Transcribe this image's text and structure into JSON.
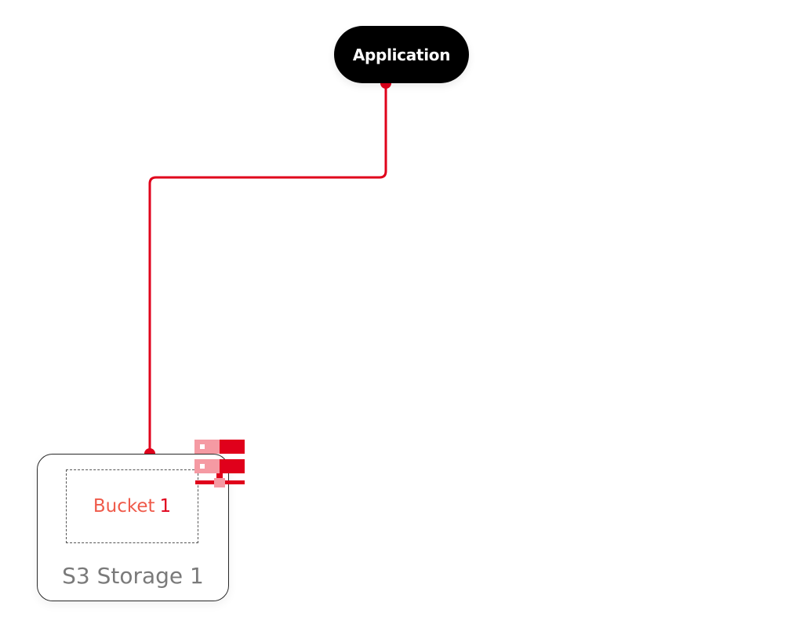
{
  "diagram": {
    "application": {
      "label": "Application"
    },
    "storage": {
      "title": "S3 Storage 1",
      "bucket": {
        "word": "Bucket",
        "number": "1"
      }
    },
    "connection": {
      "from": "Application",
      "to": "S3 Storage 1"
    },
    "icons": {
      "storage": "server-rack-icon"
    },
    "colors": {
      "connector": "#e0001b",
      "app_fill": "#000000",
      "app_text": "#ffffff",
      "bucket_word": "#ef5a4a",
      "bucket_number": "#e0001b",
      "storage_label": "#7a7a7a",
      "icon_dark": "#e0001b",
      "icon_light": "#f59aa3"
    }
  }
}
